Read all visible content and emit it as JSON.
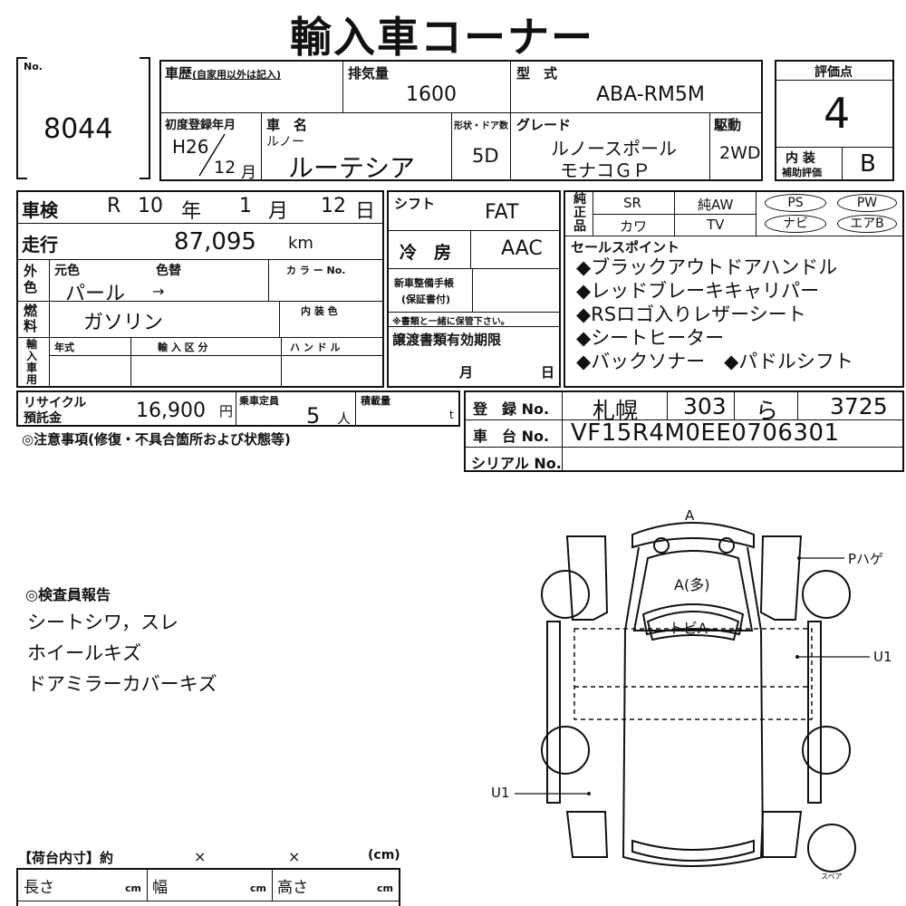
{
  "header": {
    "title": "輸入車コーナー"
  },
  "lot": {
    "label": "No.",
    "value": "8044"
  },
  "history": {
    "label": "車歴",
    "sub": "(自家用以外は記入)"
  },
  "displacement": {
    "label": "排気量",
    "value": "1600"
  },
  "model_code": {
    "label": "型　式",
    "value": "ABA-RM5M"
  },
  "score": {
    "label": "評価点",
    "value": "4"
  },
  "first_reg": {
    "label": "初度登録年月",
    "era": "H26",
    "month": "12",
    "month_unit": "月"
  },
  "car_name": {
    "label": "車　名",
    "maker": "ルノー",
    "value": "ルーテシア"
  },
  "shape": {
    "label": "形状・ドア数",
    "value": "5D"
  },
  "grade": {
    "label": "グレード",
    "line1": "ルノースポール",
    "line2": "モナコＧＰ"
  },
  "drive": {
    "label": "駆動",
    "value": "2WD"
  },
  "interior_score": {
    "label1": "内 装",
    "label2": "補助評価",
    "value": "B"
  },
  "inspection": {
    "label": "車検",
    "era": "R",
    "year": "10",
    "year_unit": "年",
    "month": "1",
    "month_unit": "月",
    "day": "12",
    "day_unit": "日"
  },
  "mileage": {
    "label": "走行",
    "value": "87,095",
    "unit": "km"
  },
  "shift": {
    "label": "シフト",
    "value": "FAT"
  },
  "ac": {
    "label": "冷　房",
    "value": "AAC"
  },
  "color": {
    "side_label": "外色",
    "orig_label": "元色",
    "change_label": "色替",
    "code_label": "カ ラ ー No.",
    "value": "パール",
    "arrow": "→"
  },
  "fuel": {
    "side_label": "燃料",
    "value": "ガソリン",
    "interior_color_label": "内 装 色"
  },
  "maintenance": {
    "line1": "新車整備手帳",
    "line2": "(保証書付)",
    "note": "※書類と一緒に保管下さい。"
  },
  "import_car": {
    "side_label": "輸入車用",
    "year_label": "年式",
    "import_label": "輸 入 区 分",
    "handle_label": "ハ ン ド ル"
  },
  "transfer": {
    "label": "譲渡書類有効期限",
    "month_unit": "月",
    "day_unit": "日"
  },
  "equipment": {
    "side_label": "純正品",
    "items": [
      "SR",
      "純AW",
      "カワ",
      "TV"
    ],
    "ovals": [
      "PS",
      "PW",
      "ナビ",
      "エアB"
    ]
  },
  "sales_points": {
    "label": "セールスポイント",
    "items": [
      "◆ブラックアウトドアハンドル",
      "◆レッドブレーキキャリパー",
      "◆RSロゴ入りレザーシート",
      "◆シートヒーター",
      "◆バックソナー　◆パドルシフト"
    ]
  },
  "recycle": {
    "label1": "リサイクル",
    "label2": "預託金",
    "value": "16,900",
    "unit": "円"
  },
  "capacity": {
    "label": "乗車定員",
    "value": "5",
    "unit": "人"
  },
  "load": {
    "label": "積載量",
    "unit": "t"
  },
  "registration": {
    "label": "登　録 No.",
    "city": "札幌",
    "class": "303",
    "kana": "ら",
    "number": "3725"
  },
  "chassis": {
    "label": "車　台 No.",
    "value": "VF15R4M0EE0706301"
  },
  "serial": {
    "label": "シリアル No."
  },
  "caution": {
    "label": "◎注意事項(修復・不具合箇所および状態等)"
  },
  "inspector": {
    "label": "◎検査員報告",
    "items": [
      "シートシワ，スレ",
      "ホイールキズ",
      "ドアミラーカバーキズ"
    ]
  },
  "diagram": {
    "top_mark": "A",
    "roof": "A(多)",
    "window": "トビA",
    "right_top": "Pハゲ",
    "right_mid": "U1",
    "left_bottom": "U1",
    "spare": "スペア"
  },
  "cargo": {
    "label": "【荷台内寸】約",
    "x1": "×",
    "x2": "×",
    "unit": "(cm)",
    "length_label": "長さ",
    "width_label": "幅",
    "height_label": "高さ",
    "cm": "cm"
  }
}
